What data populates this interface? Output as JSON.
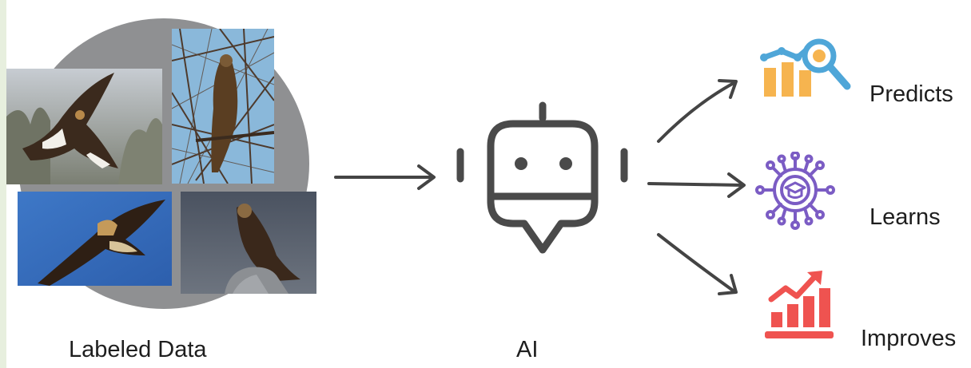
{
  "diagram": {
    "input_label": "Labeled Data",
    "model_label": "AI",
    "outputs": [
      {
        "label": "Predicts",
        "icon": "chart-magnifier-icon"
      },
      {
        "label": "Learns",
        "icon": "graduation-network-icon"
      },
      {
        "label": "Improves",
        "icon": "growth-chart-icon"
      }
    ],
    "images": [
      {
        "subject": "golden eagle in flight",
        "icon": "eagle-photo"
      },
      {
        "subject": "golden eagle perched on branches",
        "icon": "eagle-photo"
      },
      {
        "subject": "golden eagle soaring against blue sky",
        "icon": "eagle-photo"
      },
      {
        "subject": "golden eagle perched on rock",
        "icon": "eagle-photo"
      }
    ],
    "colors": {
      "circle": "#8f9092",
      "robot": "#4a4a4a",
      "arrow": "#444444",
      "predicts_bar": "#f6b44f",
      "predicts_lens": "#4fa6d8",
      "learns": "#7b5cc4",
      "improves": "#ef5350"
    }
  }
}
